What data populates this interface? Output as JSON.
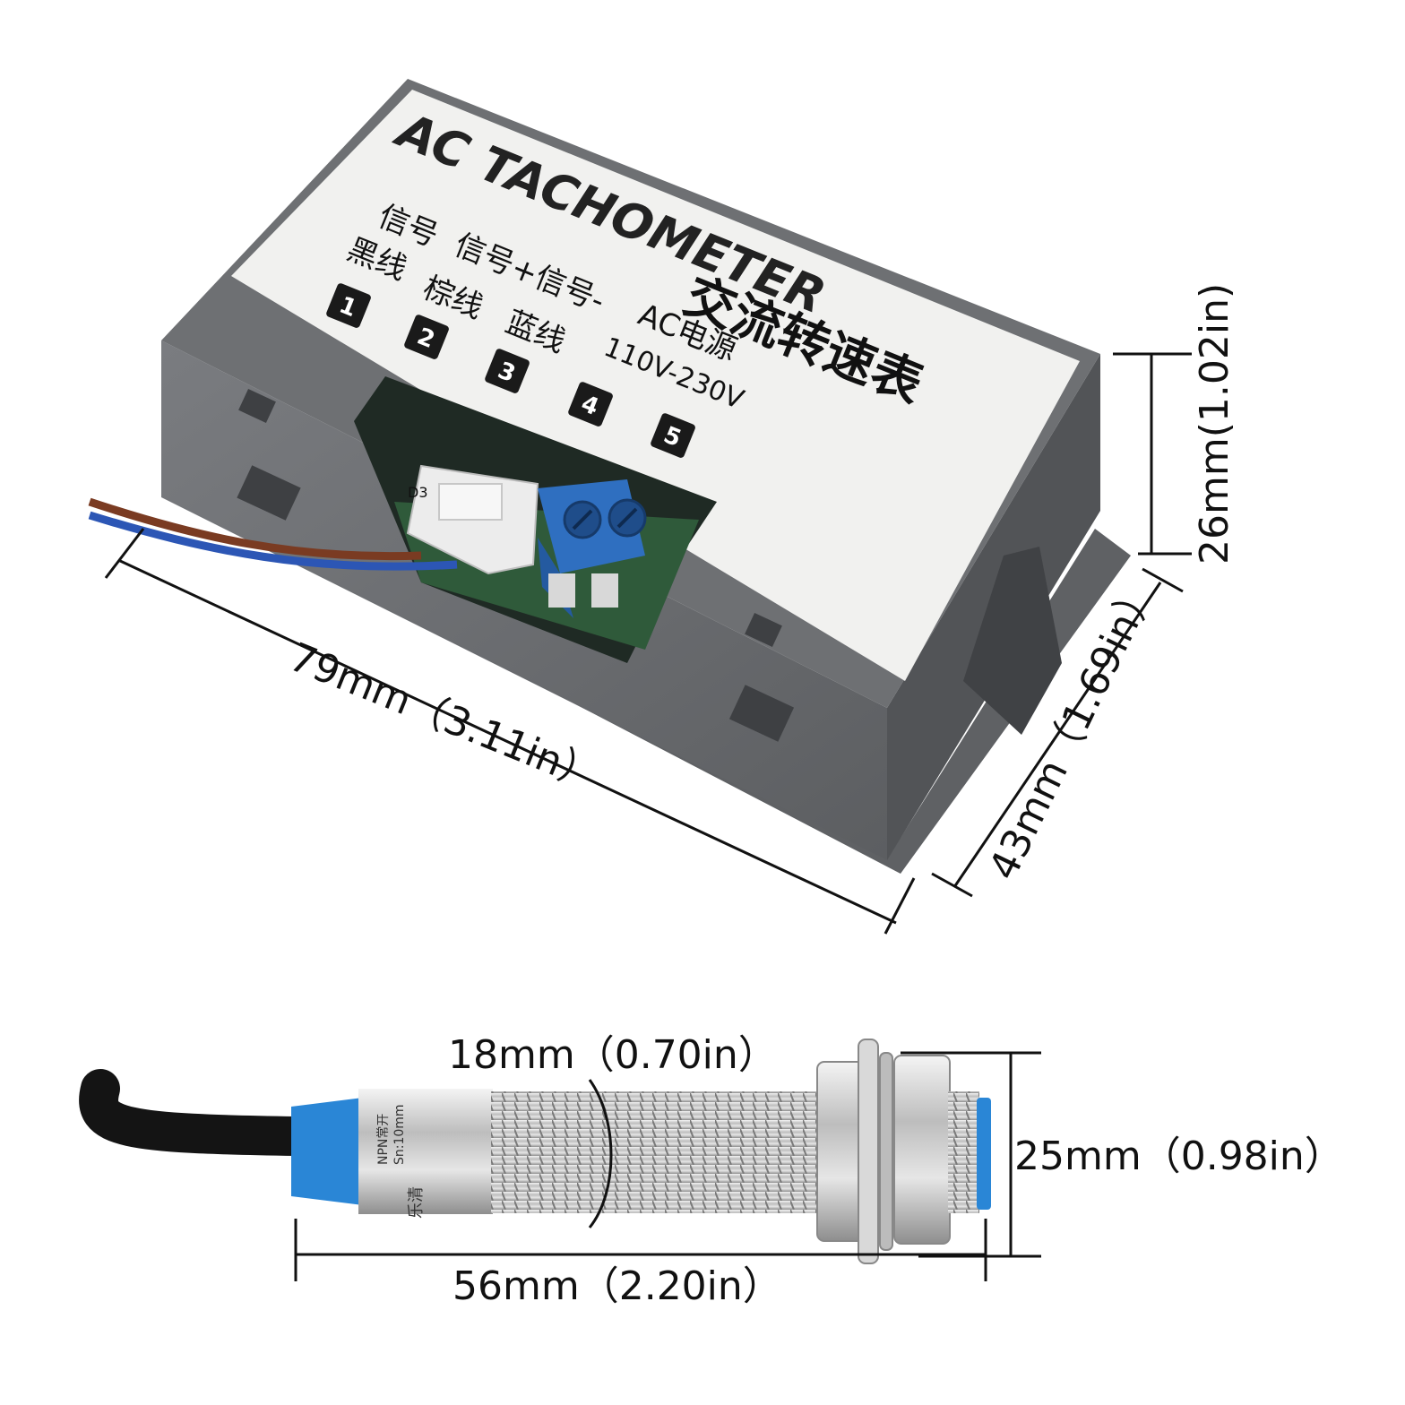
{
  "device": {
    "label_title": "AC TACHOMETER",
    "label_title_cn": "交流转速表",
    "pin_header_1": "信号",
    "pin_header_2": "信号+信号-",
    "pin_header_3": "AC电源",
    "wire_1": "黑线",
    "wire_2": "棕线",
    "wire_3": "蓝线",
    "voltage": "110V-230V",
    "pins": [
      "1",
      "2",
      "3",
      "4",
      "5"
    ],
    "pcb_mark": "D3"
  },
  "dimensions": {
    "length": "79mm（3.11in）",
    "width": "43mm（1.69in）",
    "height": "26mm(1.02in)"
  },
  "sensor": {
    "diameter": "18mm（0.70in）",
    "thread_length": "25mm（0.98in）",
    "total_length": "56mm（2.20in）",
    "body_text_1": "NPN常开",
    "body_text_2": "Sn:10mm",
    "body_text_3": "乐清"
  },
  "colors": {
    "case": "#6b6d70",
    "case_dark": "#55575a",
    "label_bg": "#f1f1ef",
    "terminal_blue": "#2f6fc0",
    "sensor_cap": "#2a86d6",
    "metal": "#c9c9c9",
    "cable": "#141414"
  }
}
